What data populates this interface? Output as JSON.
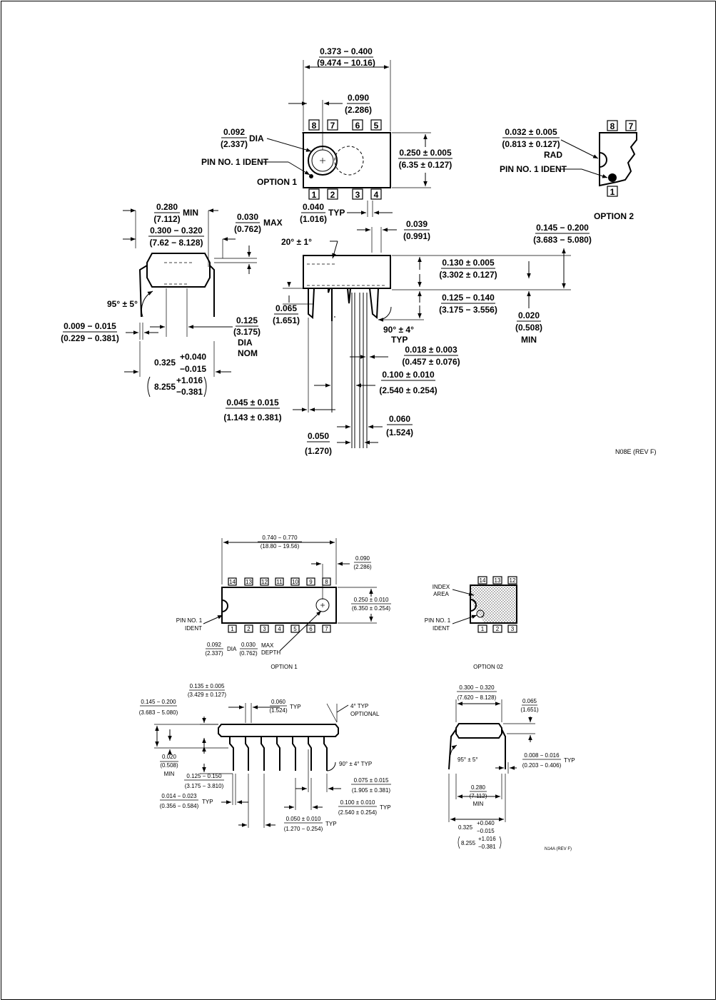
{
  "n08e": {
    "top_width": {
      "val": "0.373 − 0.400",
      "mm": "(9.474 − 10.16)"
    },
    "notch_offset": {
      "val": "0.090",
      "mm": "(2.286)"
    },
    "dia": {
      "val": "0.092",
      "mm": "(2.337)",
      "suffix": "DIA"
    },
    "pin1_ident": "PIN NO. 1 IDENT",
    "option1": "OPTION 1",
    "body_width": {
      "val": "0.250 ± 0.005",
      "mm": "(6.35 ± 0.127)"
    },
    "top_pins": [
      "8",
      "7",
      "6",
      "5"
    ],
    "bottom_pins": [
      "1",
      "2",
      "3",
      "4"
    ],
    "pin_pitch_typ": {
      "val": "0.040",
      "mm": "(1.016)",
      "suffix": "TYP"
    },
    "opt2_pins": [
      "8",
      "7"
    ],
    "opt2_pin1": "1",
    "opt2_rad": {
      "val": "0.032 ± 0.005",
      "mm": "(0.813 ± 0.127)",
      "suffix": "RAD"
    },
    "opt2_ident": "PIN NO. 1 IDENT",
    "option2": "OPTION 2",
    "end_280": {
      "val": "0.280",
      "mm": "(7.112)",
      "suffix": "MIN"
    },
    "end_300": {
      "val": "0.300 − 0.320",
      "mm": "(7.62 − 8.128)"
    },
    "max_030": {
      "val": "0.030",
      "mm": "(0.762)",
      "suffix": "MAX"
    },
    "angle_95": "95° ± 5°",
    "lead_thk": {
      "val": "0.009 − 0.015",
      "mm": "(0.229 − 0.381)"
    },
    "lead_125": {
      "val": "0.125",
      "mm": "(3.175)",
      "l3": "DIA",
      "l4": "NOM"
    },
    "span_325": {
      "base": "0.325",
      "plus": "+0.040",
      "minus": "−0.015",
      "mmbase": "8.255",
      "mmplus": "+1.016",
      "mmminus": "−0.381"
    },
    "angle_20": "20° ± 1°",
    "lead_039": {
      "val": "0.039",
      "mm": "(0.991)"
    },
    "seat_145": {
      "val": "0.145 − 0.200",
      "mm": "(3.683 − 5.080)"
    },
    "body_130": {
      "val": "0.130 ± 0.005",
      "mm": "(3.302 ± 0.127)"
    },
    "lead_125_140": {
      "val": "0.125 − 0.140",
      "mm": "(3.175 − 3.556)"
    },
    "min_020": {
      "val": "0.020",
      "mm": "(0.508)",
      "suffix": "MIN"
    },
    "shoulder_065": {
      "val": "0.065",
      "mm": "(1.651)"
    },
    "angle_90": "90° ± 4°",
    "typ": "TYP",
    "lead_018": {
      "val": "0.018 ± 0.003",
      "mm": "(0.457 ± 0.076)"
    },
    "pitch_100": {
      "val": "0.100 ± 0.010",
      "mm": "(2.540 ± 0.254)"
    },
    "end_045": {
      "val": "0.045 ± 0.015",
      "mm": "(1.143 ± 0.381)"
    },
    "lead_060": {
      "val": "0.060",
      "mm": "(1.524)"
    },
    "lead_050": {
      "val": "0.050",
      "mm": "(1.270)"
    },
    "drawing_id": "N08E (REV F)"
  },
  "n14a": {
    "top_length": {
      "val": "0.740 − 0.770",
      "mm": "(18.80 − 19.56)"
    },
    "notch_090": {
      "val": "0.090",
      "mm": "(2.286)"
    },
    "body_250": {
      "val": "0.250 ± 0.010",
      "mm": "(6.350 ± 0.254)"
    },
    "top_pins": [
      "14",
      "13",
      "12",
      "11",
      "10",
      "9",
      "8"
    ],
    "bottom_pins": [
      "1",
      "2",
      "3",
      "4",
      "5",
      "6",
      "7"
    ],
    "pin1_ident": [
      "PIN NO. 1",
      "IDENT"
    ],
    "dia": {
      "val": "0.092",
      "mm": "(2.337)",
      "suffix": "DIA"
    },
    "depth": {
      "val": "0.030",
      "mm": "(0.762)",
      "suffix": "MAX",
      "suffix2": "DEPTH"
    },
    "option1": "OPTION 1",
    "opt02_top_pins": [
      "14",
      "13",
      "12"
    ],
    "opt02_bottom_pins": [
      "1",
      "2",
      "3"
    ],
    "index_area": [
      "INDEX",
      "AREA"
    ],
    "opt02_pin1": [
      "PIN NO. 1",
      "IDENT"
    ],
    "option02": "OPTION 02",
    "body_135": {
      "val": "0.135 ± 0.005",
      "mm": "(3.429 ± 0.127)"
    },
    "seat_145": {
      "val": "0.145 − 0.200",
      "mm": "(3.683 − 5.080)"
    },
    "lead_060": {
      "val": "0.060",
      "mm": "(1.524)",
      "suffix": "TYP"
    },
    "angle_4": {
      "val": "4° TYP",
      "suffix": "OPTIONAL"
    },
    "min_020": {
      "val": "0.020",
      "mm": "(0.508)",
      "suffix": "MIN"
    },
    "lead_125_150": {
      "val": "0.125 − 0.150",
      "mm": "(3.175 − 3.810)"
    },
    "angle_90": "90° ± 4° TYP",
    "lead_075": {
      "val": "0.075 ± 0.015",
      "mm": "(1.905 ± 0.381)"
    },
    "lead_014": {
      "val": "0.014 − 0.023",
      "mm": "(0.356 − 0.584)",
      "suffix": "TYP"
    },
    "pitch_100": {
      "val": "0.100 ± 0.010",
      "mm": "(2.540 ± 0.254)",
      "suffix": "TYP"
    },
    "lead_050": {
      "val": "0.050 ± 0.010",
      "mm": "(1.270 − 0.254)",
      "suffix": "TYP"
    },
    "end_300": {
      "val": "0.300 − 0.320",
      "mm": "(7.620 − 8.128)"
    },
    "end_065": {
      "val": "0.065",
      "mm": "(1.651)"
    },
    "angle_95": "95° ± 5°",
    "lead_008": {
      "val": "0.008 − 0.016",
      "mm": "(0.203 − 0.406)",
      "suffix": "TYP"
    },
    "end_280": {
      "val": "0.280",
      "mm": "(7.112)",
      "suffix": "MIN"
    },
    "span_325": {
      "base": "0.325",
      "plus": "+0.040",
      "minus": "−0.015",
      "mmbase": "8.255",
      "mmplus": "+1.016",
      "mmminus": "−0.381"
    },
    "drawing_id": "N14A (REV F)"
  }
}
